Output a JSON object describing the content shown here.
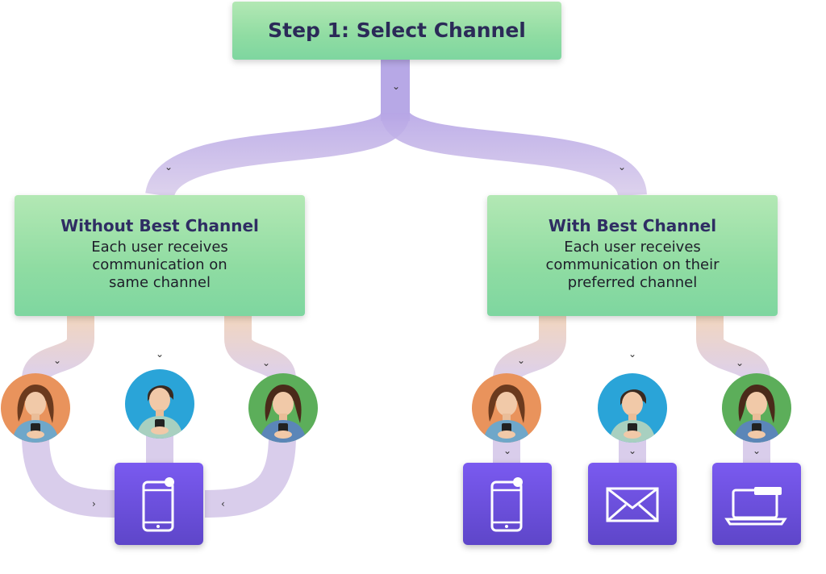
{
  "step": {
    "title": "Step 1: Select Channel"
  },
  "without": {
    "title": "Without Best Channel",
    "desc_lines": [
      "Each user receives",
      "communication on",
      "same channel"
    ]
  },
  "with": {
    "title": "With Best Channel",
    "desc_lines": [
      "Each user receives",
      "communication on their",
      "preferred channel"
    ]
  },
  "avatars": [
    {
      "name": "avatar-woman-orange",
      "bg": "#e9935c",
      "hair": "#6b3a1e",
      "shirt": "#6fa7c9"
    },
    {
      "name": "avatar-man-blue",
      "bg": "#2aa4d8",
      "hair": "#3a2a20",
      "shirt": "#a8d0c0"
    },
    {
      "name": "avatar-woman-green",
      "bg": "#5cae5a",
      "hair": "#4a2a1a",
      "shirt": "#5b86b8"
    }
  ],
  "channels": [
    "mobile-phone-icon",
    "email-icon",
    "laptop-icon"
  ],
  "colors": {
    "path_lavender": "#d7cbe8",
    "path_peach": "#f0d8c4",
    "tile": "#6a4fe0",
    "box": "#8fdca2"
  }
}
